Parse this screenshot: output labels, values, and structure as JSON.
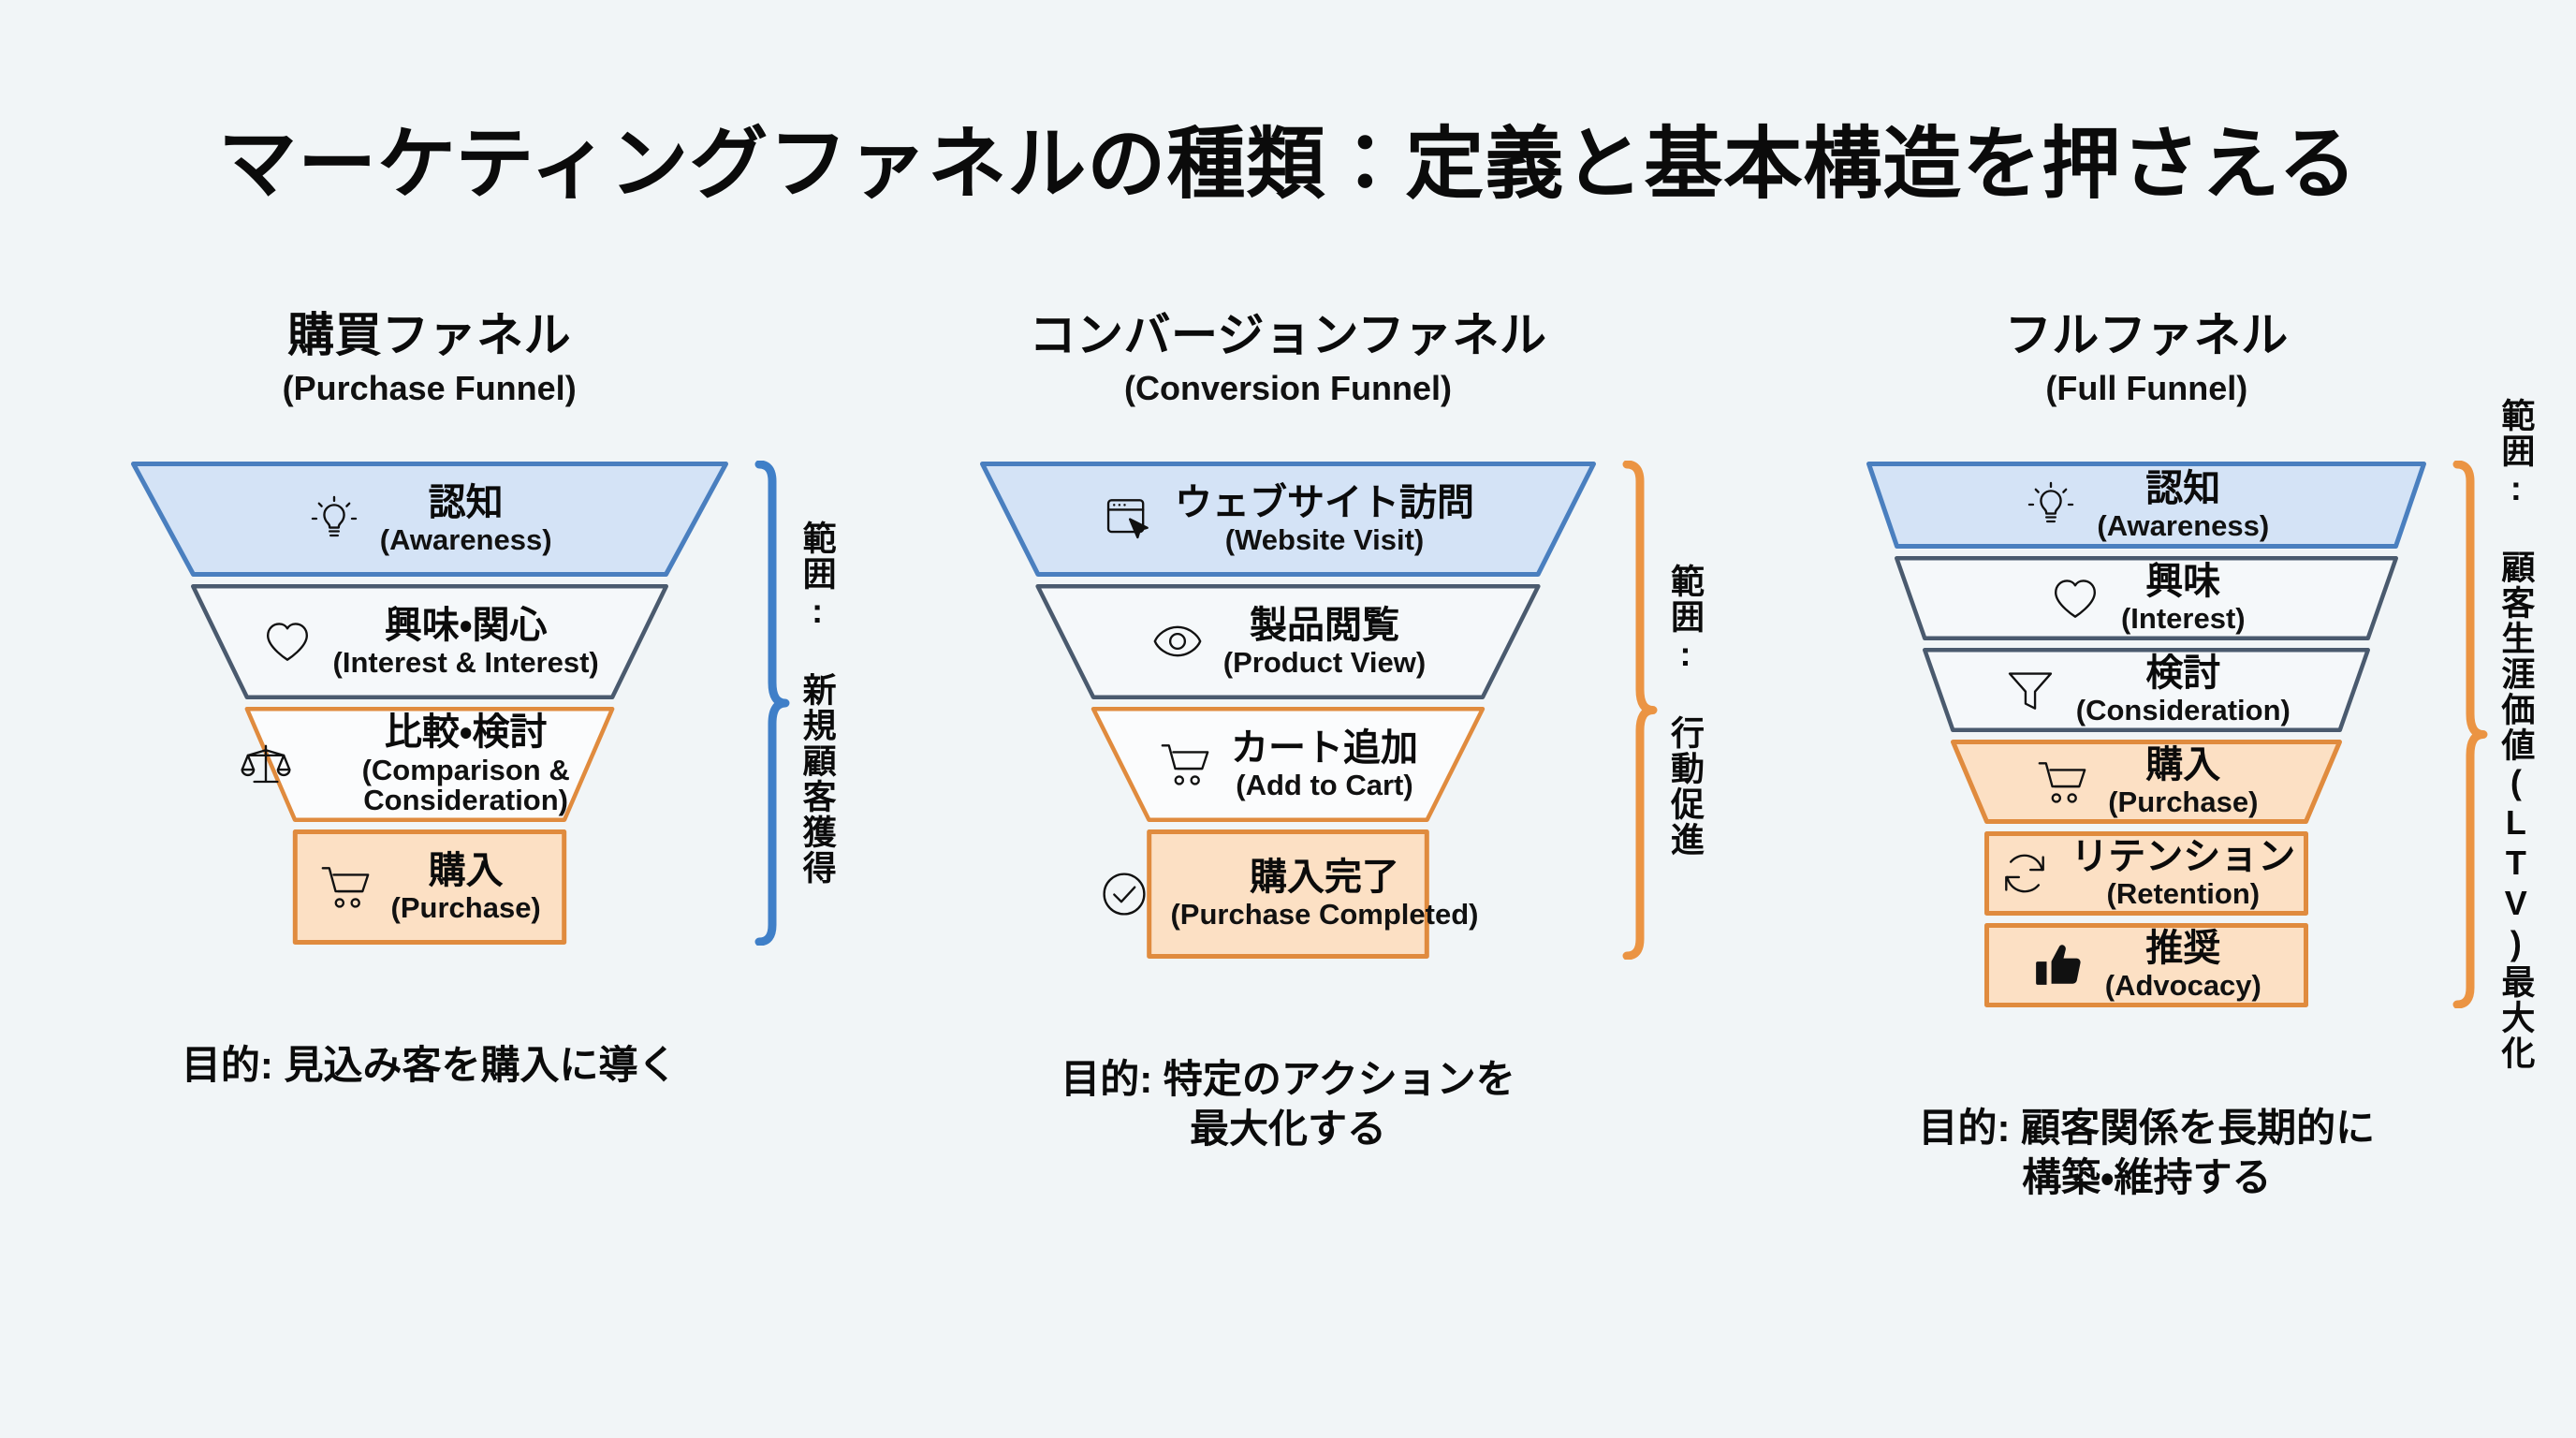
{
  "title": "マーケティングファネルの種類：定義と基本構造を押さえる",
  "colors": {
    "background": "#f1f5f7",
    "blue_border": "#4a7fbf",
    "blue_fill": "#d4e3f6",
    "slate_border": "#4a5a6e",
    "slate_fill": "#f5f8fa",
    "orange_border": "#e08b3e",
    "orange_fill_light": "#ffffff",
    "orange_fill_solid": "#fce0c4",
    "bracket_blue": "#3f7fc8",
    "bracket_orange": "#eb9443",
    "text": "#0b0b0b"
  },
  "columns": [
    {
      "title_jp": "購買ファネル",
      "title_en": "(Purchase Funnel)",
      "scope_label": "範囲: 新規顧客獲得",
      "bracket_color": "#3f7fc8",
      "purpose": "目的: 見込み客を購入に導く",
      "stages": [
        {
          "jp": "認知",
          "en": "(Awareness)",
          "icon": "lightbulb-icon",
          "style": "blue"
        },
        {
          "jp": "興味・関心",
          "en": "(Interest & Interest)",
          "icon": "heart-icon",
          "style": "slate"
        },
        {
          "jp": "比較・検討",
          "en": "(Comparison & Consideration)",
          "icon": "scales-icon",
          "style": "orange-outline"
        },
        {
          "jp": "購入",
          "en": "(Purchase)",
          "icon": "cart-icon",
          "style": "orange-solid"
        }
      ]
    },
    {
      "title_jp": "コンバージョンファネル",
      "title_en": "(Conversion Funnel)",
      "scope_label": "範囲: 行動促進",
      "bracket_color": "#eb9443",
      "purpose": "目的: 特定のアクションを\n最大化する",
      "stages": [
        {
          "jp": "ウェブサイト訪問",
          "en": "(Website Visit)",
          "icon": "browser-cursor-icon",
          "style": "blue"
        },
        {
          "jp": "製品閲覧",
          "en": "(Product View)",
          "icon": "eye-icon",
          "style": "slate"
        },
        {
          "jp": "カート追加",
          "en": "(Add to Cart)",
          "icon": "cart-icon",
          "style": "orange-outline"
        },
        {
          "jp": "購入完了",
          "en": "(Purchase Completed)",
          "icon": "check-circle-icon",
          "style": "orange-solid"
        }
      ]
    },
    {
      "title_jp": "フルファネル",
      "title_en": "(Full Funnel)",
      "scope_label": "範囲: 顧客生涯価値(LTV)最大化",
      "bracket_color": "#eb9443",
      "purpose": "目的: 顧客関係を長期的に\n構築・維持する",
      "stages": [
        {
          "jp": "認知",
          "en": "(Awareness)",
          "icon": "lightbulb-icon",
          "style": "blue"
        },
        {
          "jp": "興味",
          "en": "(Interest)",
          "icon": "heart-icon",
          "style": "slate"
        },
        {
          "jp": "検討",
          "en": "(Consideration)",
          "icon": "funnel-icon",
          "style": "slate"
        },
        {
          "jp": "購入",
          "en": "(Purchase)",
          "icon": "cart-icon",
          "style": "orange-solid"
        },
        {
          "jp": "リテンション",
          "en": "(Retention)",
          "icon": "refresh-cycle-icon",
          "style": "orange-solid"
        },
        {
          "jp": "推奨",
          "en": "(Advocacy)",
          "icon": "thumbs-up-icon",
          "style": "orange-solid"
        }
      ]
    }
  ]
}
